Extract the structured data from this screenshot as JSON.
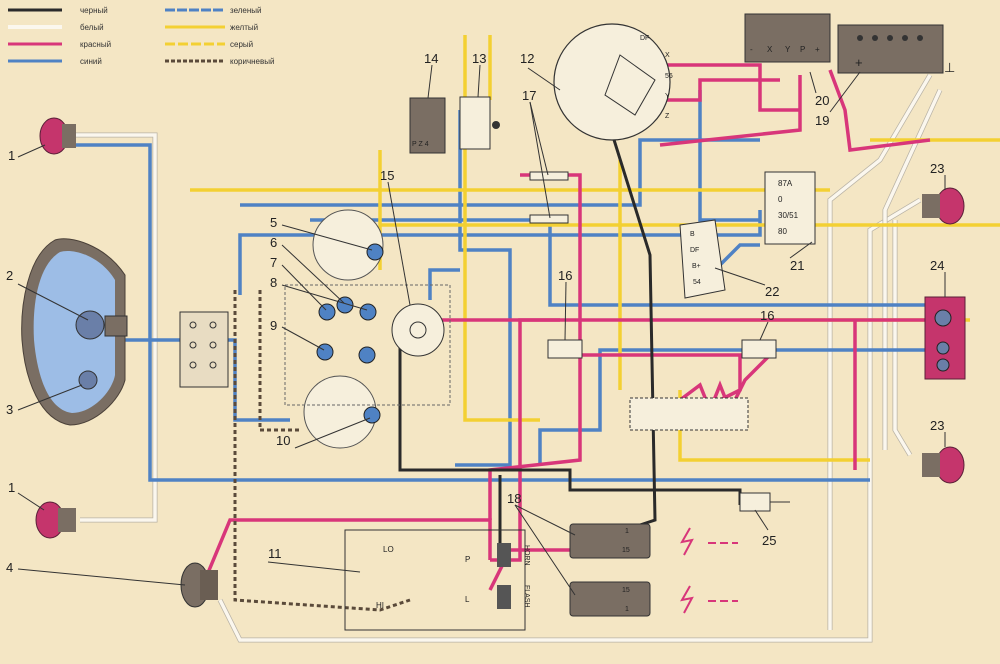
{
  "legend": [
    {
      "label": "черный",
      "color": "#2a2a2a",
      "style": "solid"
    },
    {
      "label": "белый",
      "color": "#fbf7ee",
      "style": "solid"
    },
    {
      "label": "красный",
      "color": "#d8367a",
      "style": "solid"
    },
    {
      "label": "синий",
      "color": "#4f82c4",
      "style": "solid"
    },
    {
      "label": "зеленый",
      "color": "#4f82c4",
      "style": "solid-alt"
    },
    {
      "label": "желтый",
      "color": "#f3d033",
      "style": "solid"
    },
    {
      "label": "серый",
      "color": "#f3d033",
      "style": "dashed"
    },
    {
      "label": "коричневый",
      "color": "#5a4a3a",
      "style": "dashed"
    }
  ],
  "components": {
    "c1": "1",
    "c1b": "1",
    "c2": "2",
    "c3": "3",
    "c4": "4",
    "c5": "5",
    "c6": "6",
    "c7": "7",
    "c8": "8",
    "c9": "9",
    "c10": "10",
    "c11": "11",
    "c12": "12",
    "c13": "13",
    "c14": "14",
    "c15": "15",
    "c16": "16",
    "c16b": "16",
    "c17": "17",
    "c18": "18",
    "c19": "19",
    "c20": "20",
    "c21": "21",
    "c22": "22",
    "c23": "23",
    "c23b": "23",
    "c24": "24",
    "c25": "25"
  },
  "terminals": {
    "regulator": [
      "-",
      "X",
      "Y",
      "P",
      "+"
    ],
    "relay21": [
      "87A",
      "0",
      "30/51",
      "80"
    ],
    "relay22": [
      "B",
      "DF",
      "B+",
      "54"
    ],
    "relay14": "P Z 4",
    "generator": [
      "DF",
      "X",
      "56",
      "Y",
      "Z"
    ],
    "switch11": {
      "lo": "LO",
      "hi": "HI",
      "p": "P",
      "l": "L",
      "horn": "HORN",
      "flash": "FLASH"
    },
    "coil": [
      "1",
      "15"
    ],
    "battery_plus": "+",
    "ground": "⊥"
  },
  "colors": {
    "paper": "#f4e6c4",
    "lamp_red": "#c5356c",
    "headlamp_blue": "#9dbde6",
    "device_grey": "#7a6e63"
  }
}
